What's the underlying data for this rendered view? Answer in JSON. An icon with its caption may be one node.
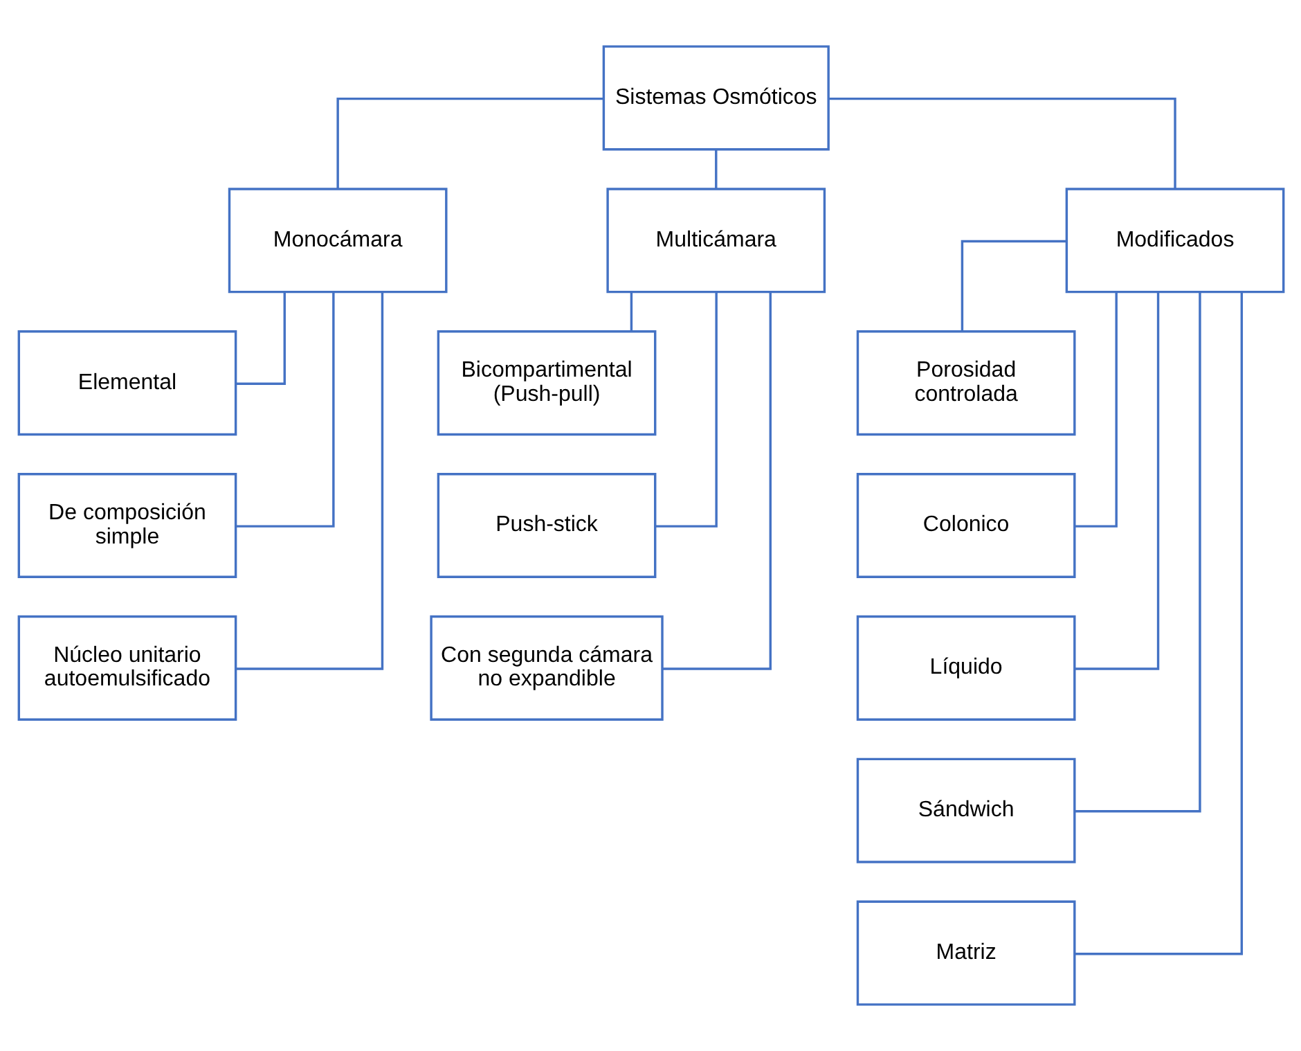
{
  "diagram": {
    "nodes": [
      {
        "text": [
          "Sistemas Osmóticos"
        ]
      },
      {
        "text": [
          "Monocámara"
        ]
      },
      {
        "text": [
          "Multicámara"
        ]
      },
      {
        "text": [
          "Modificados"
        ]
      },
      {
        "text": [
          "Elemental"
        ]
      },
      {
        "text": [
          "De composición simple"
        ]
      },
      {
        "text": [
          "Núcleo unitario autoemulsificado"
        ]
      },
      {
        "text": [
          "Bicompartimental (Push-pull)"
        ]
      },
      {
        "text": [
          "Push-stick"
        ]
      },
      {
        "text": [
          "Con segunda cámara no expandible"
        ]
      },
      {
        "text": [
          "Porosidad controlada"
        ]
      },
      {
        "text": [
          "Colonico"
        ]
      },
      {
        "text": [
          "Líquido"
        ]
      },
      {
        "text": [
          "Sándwich"
        ]
      },
      {
        "text": [
          "Matriz"
        ]
      }
    ],
    "edges": [
      {
        "from": 0,
        "to": 1,
        "arrow": "none"
      },
      {
        "from": 0,
        "to": 2,
        "arrow": "none"
      },
      {
        "from": 0,
        "to": 3,
        "arrow": "none"
      },
      {
        "from": 1,
        "to": 4,
        "arrow": "none"
      },
      {
        "from": 1,
        "to": 5,
        "arrow": "none"
      },
      {
        "from": 1,
        "to": 6,
        "arrow": "none"
      },
      {
        "from": 2,
        "to": 7,
        "arrow": "none"
      },
      {
        "from": 2,
        "to": 8,
        "arrow": "none"
      },
      {
        "from": 2,
        "to": 9,
        "arrow": "none"
      },
      {
        "from": 3,
        "to": 10,
        "arrow": "none"
      },
      {
        "from": 3,
        "to": 11,
        "arrow": "none"
      },
      {
        "from": 3,
        "to": 12,
        "arrow": "none"
      },
      {
        "from": 3,
        "to": 13,
        "arrow": "none"
      },
      {
        "from": 3,
        "to": 14,
        "arrow": "none"
      }
    ]
  }
}
